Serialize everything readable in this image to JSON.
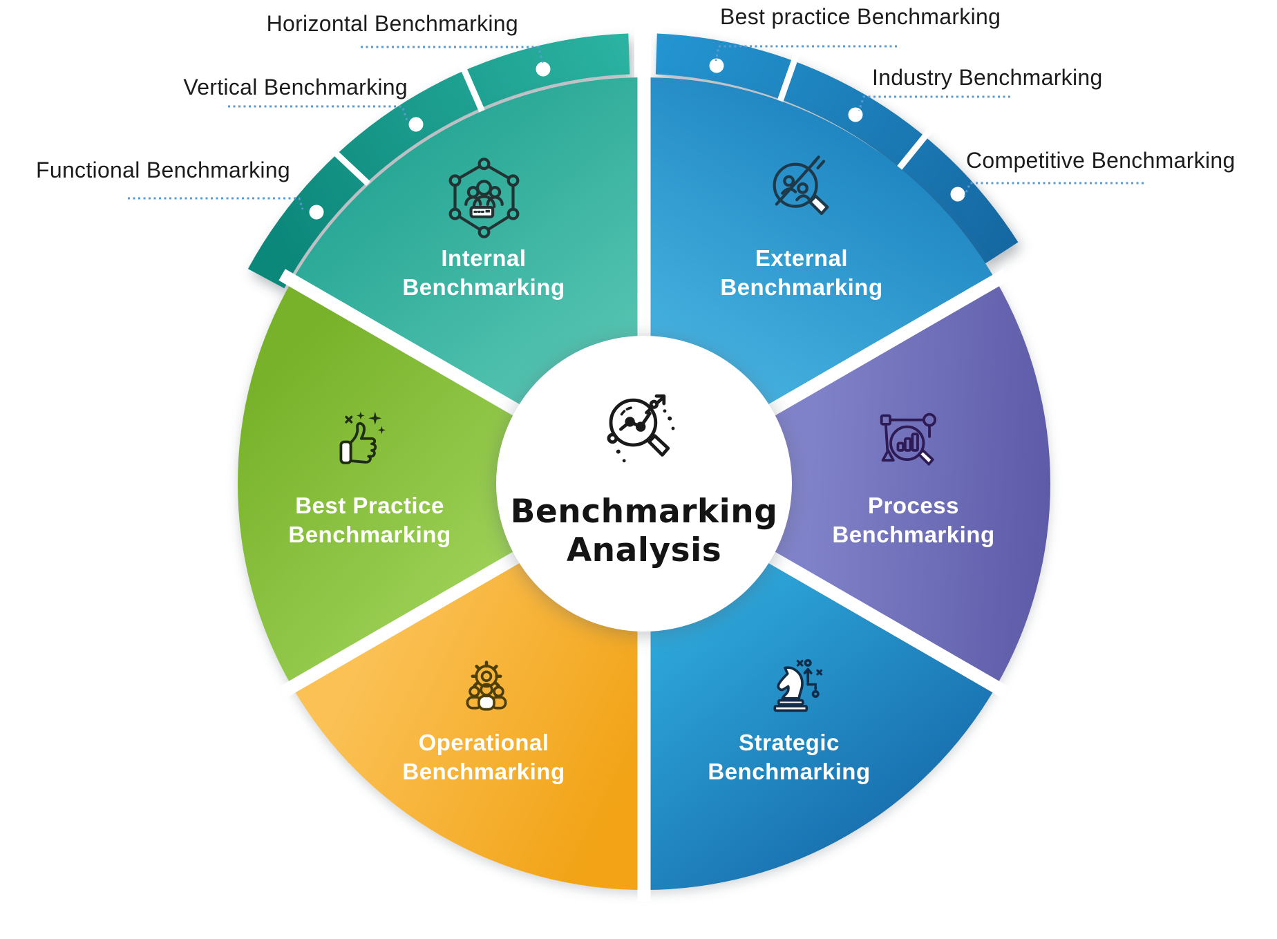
{
  "center": {
    "title_lines": [
      "Benchmarking",
      "Analysis"
    ],
    "icon": "magnifier-trend-icon"
  },
  "wheel": {
    "segments": [
      {
        "id": "internal",
        "lines": [
          "Internal",
          "Benchmarking"
        ],
        "icon": "network-team-icon",
        "color_outer": "#23a392",
        "color_inner": "#5fcab7"
      },
      {
        "id": "external",
        "lines": [
          "External",
          "Benchmarking"
        ],
        "icon": "people-search-icon",
        "color_outer": "#1e84c0",
        "color_inner": "#4cb9e5"
      },
      {
        "id": "process",
        "lines": [
          "Process",
          "Benchmarking"
        ],
        "icon": "chart-magnifier-icon",
        "color_outer": "#5a56a4",
        "color_inner": "#8082c9"
      },
      {
        "id": "strategic",
        "lines": [
          "Strategic",
          "Benchmarking"
        ],
        "icon": "chess-strategy-icon",
        "color_outer": "#1565a7",
        "color_inner": "#2ea9db"
      },
      {
        "id": "operational",
        "lines": [
          "Operational",
          "Benchmarking"
        ],
        "icon": "gear-team-icon",
        "color_outer": "#f2a316",
        "color_inner": "#fbc155"
      },
      {
        "id": "best_practice",
        "lines": [
          "Best Practice",
          "Benchmarking"
        ],
        "icon": "thumbs-up-icon",
        "color_outer": "#78b22a",
        "color_inner": "#a4d760"
      }
    ],
    "outer_bands": [
      {
        "id": "band-teal",
        "side": "left",
        "color_start": "#0c887b",
        "color_end": "#2db4a3"
      },
      {
        "id": "band-blue",
        "side": "right",
        "color_start": "#2496d2",
        "color_end": "#1568a2"
      }
    ]
  },
  "callouts": {
    "left": [
      {
        "label": "Horizontal Benchmarking"
      },
      {
        "label": "Vertical Benchmarking"
      },
      {
        "label": "Functional Benchmarking"
      }
    ],
    "right": [
      {
        "label": "Best practice Benchmarking"
      },
      {
        "label": "Industry Benchmarking"
      },
      {
        "label": "Competitive Benchmarking"
      }
    ]
  },
  "palette": {
    "connector": "#5b9ad0",
    "text_dark": "#1c1c1c",
    "segment_label": "#ffffff",
    "background": "#ffffff"
  }
}
